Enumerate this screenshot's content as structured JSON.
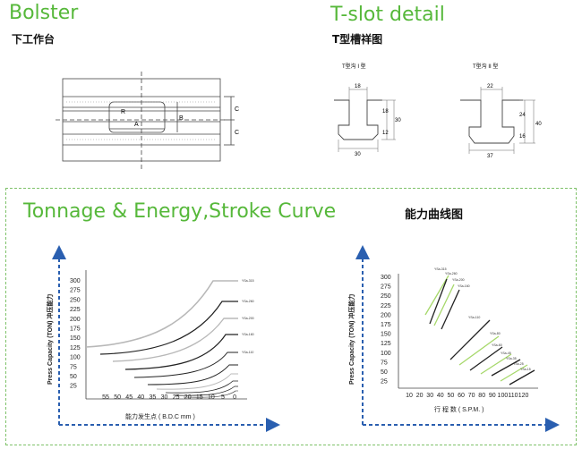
{
  "bolster": {
    "title": "Bolster",
    "subtitle": "下工作台",
    "labels": {
      "r": "R",
      "a": "A",
      "b": "B",
      "c1": "C",
      "c2": "C"
    }
  },
  "tslot": {
    "title": "T-slot detail",
    "subtitle": "T型槽祥图",
    "type1": {
      "label": "T型沟 I 型",
      "top": "18",
      "h1": "18",
      "h2": "12",
      "total": "30",
      "bottom": "30"
    },
    "type2": {
      "label": "T型沟 II 型",
      "top": "22",
      "h1": "24",
      "h2": "16",
      "total": "40",
      "bottom": "37"
    }
  },
  "tonnage": {
    "title": "Tonnage & Energy,Stroke Curve",
    "subtitle": "能力曲线图",
    "left_chart": {
      "ylabel": "Press Capacity (TON) 冲压能力",
      "xlabel": "能力发生点 ( B.D.C mm )",
      "yticks": [
        "300",
        "275",
        "250",
        "225",
        "200",
        "175",
        "150",
        "125",
        "100",
        "75",
        "50",
        "25"
      ],
      "xticks": [
        "55",
        "50",
        "45",
        "40",
        "35",
        "30",
        "25",
        "20",
        "15",
        "10",
        "5",
        "0"
      ],
      "series_labels": [
        "YSa-315",
        "YSa-260",
        "YSa-200",
        "YSa-160",
        "YSa-110"
      ]
    },
    "right_chart": {
      "ylabel": "Press Capacity (TON) 冲压能力",
      "xlabel": "行 程 数 ( S.P.M. )",
      "yticks": [
        "300",
        "275",
        "250",
        "225",
        "200",
        "175",
        "150",
        "125",
        "100",
        "75",
        "50",
        "25"
      ],
      "xticks": [
        "10",
        "20",
        "30",
        "40",
        "50",
        "60",
        "70",
        "80",
        "90",
        "100",
        "110",
        "120"
      ],
      "series_labels": [
        "YSa-315",
        "YSa-260",
        "YSa-200",
        "YSa-160",
        "YSa-110",
        "YSa-80",
        "YSa-60",
        "YSa-45",
        "YSa-35",
        "YSa-25",
        "YSa-15"
      ]
    }
  },
  "colors": {
    "accent_green": "#56b83a",
    "axis_blue": "#2a5fb0",
    "curve_green": "#a6d86a"
  }
}
